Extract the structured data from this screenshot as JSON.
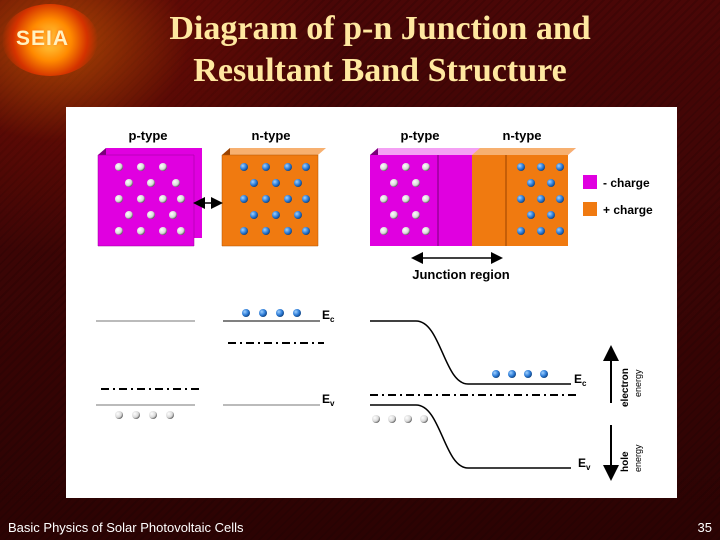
{
  "slide": {
    "title_line1": "Diagram of p-n Junction and",
    "title_line2": "Resultant Band Structure",
    "logo_text": "SEIA",
    "footer": "Basic Physics of Solar Photovoltaic Cells",
    "slide_number": "35"
  },
  "diagram": {
    "p_type_label": "p-type",
    "n_type_label": "n-type",
    "legend_negative": "- charge",
    "legend_positive": "+ charge",
    "junction_label": "Junction region",
    "ec_label": "E",
    "ec_sub": "c",
    "ev_label": "E",
    "ev_sub": "v",
    "electron_energy_1": "electron",
    "electron_energy_2": "energy",
    "hole_energy_1": "hole",
    "hole_energy_2": "energy",
    "colors": {
      "p_type": "#e000e0",
      "n_type": "#f07a10",
      "electron": "#2a7ad6",
      "hole": "#e8e8e8"
    }
  }
}
